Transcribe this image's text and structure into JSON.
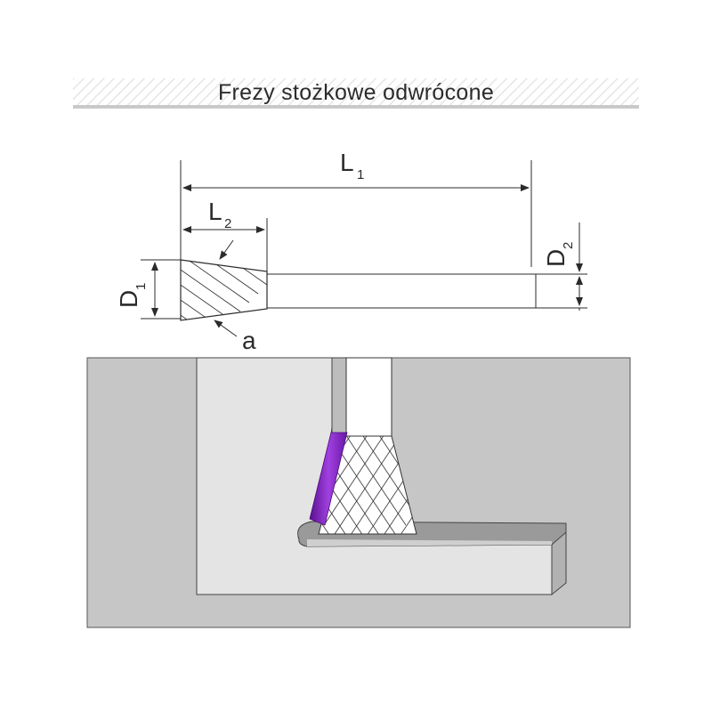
{
  "title": "Frezy stożkowe odwrócone",
  "labels": {
    "L": "L",
    "L_sub": "1",
    "L2": "L",
    "L2_sub": "2",
    "D1": "D",
    "D1_sub": "1",
    "D2": "D",
    "D2_sub": "2",
    "a": "a"
  },
  "colors": {
    "workpiece": "#c6c6c6",
    "pocket": "#e4e4e4",
    "tool_edge": "#7a1fb0",
    "line": "#2b2b2b"
  }
}
